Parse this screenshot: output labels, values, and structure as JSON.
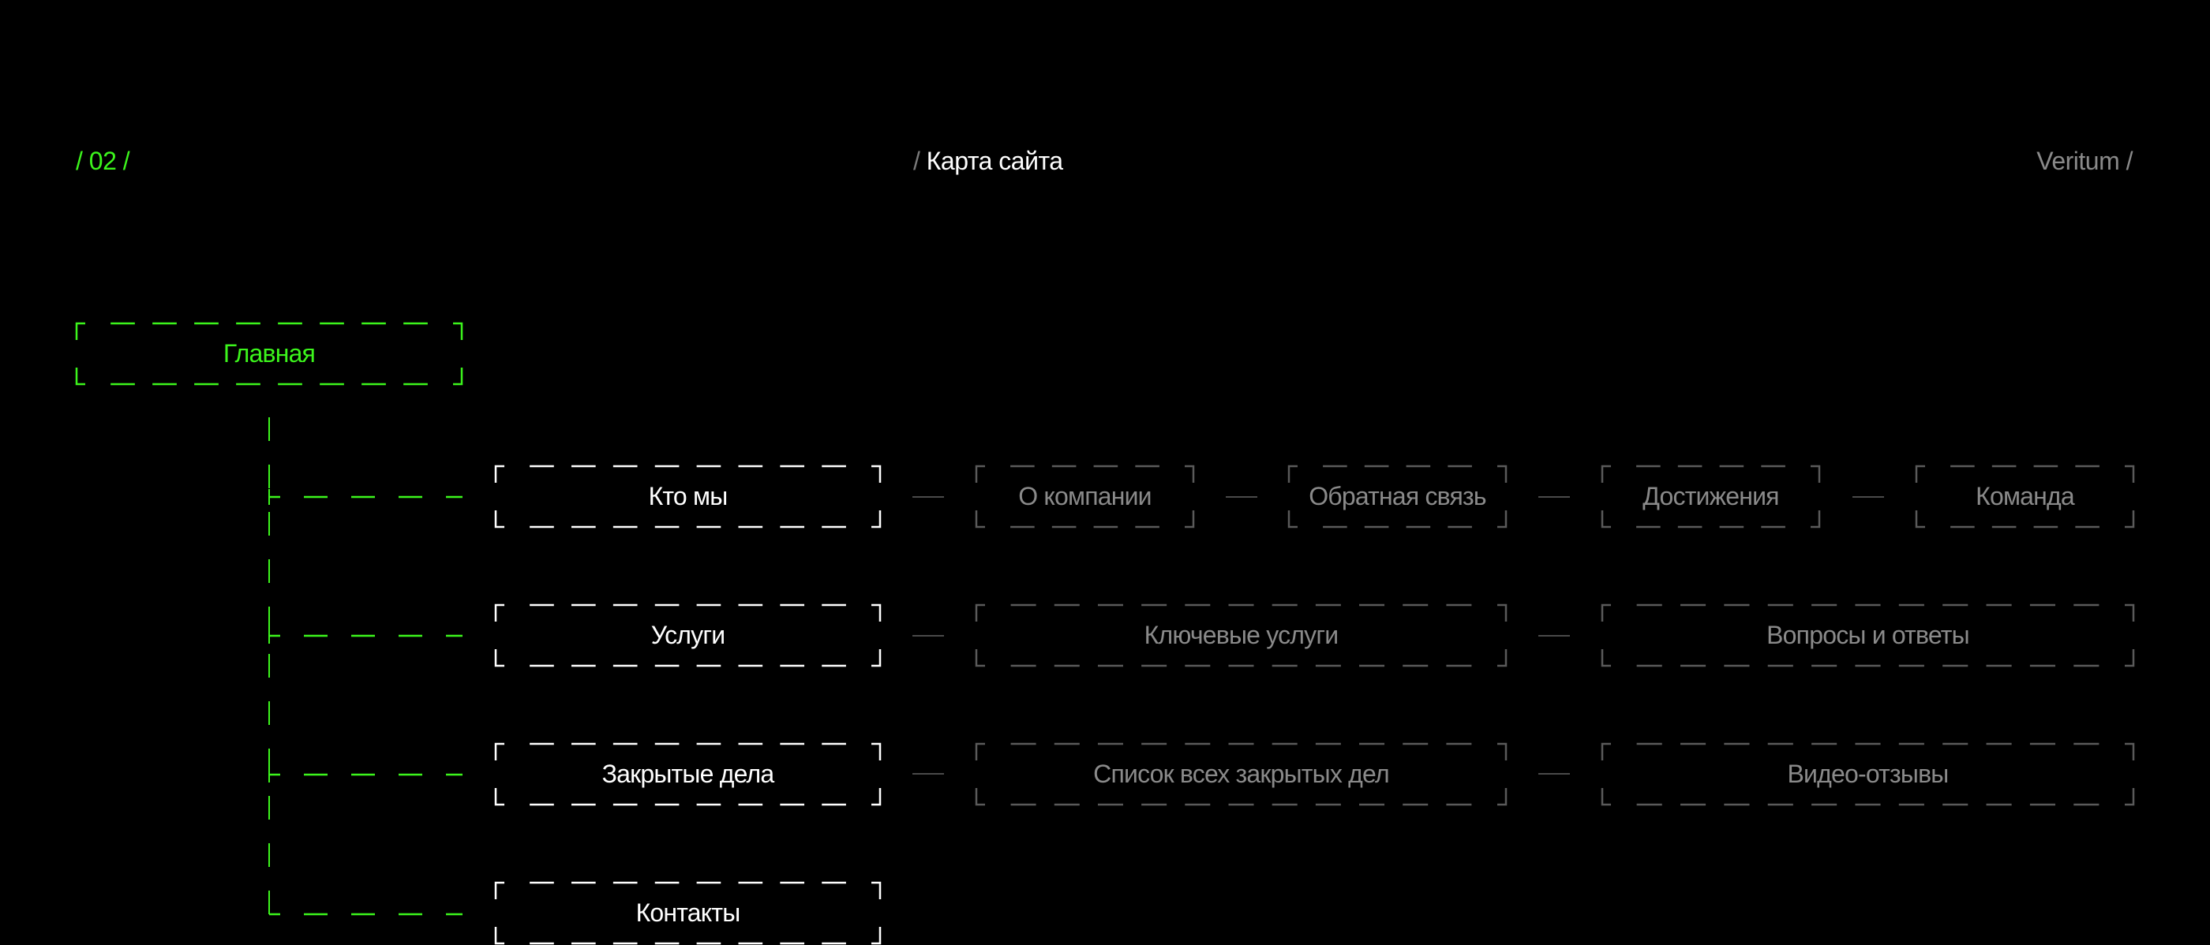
{
  "header": {
    "section_number": "02",
    "title": "Карта сайта",
    "brand": "Veritum",
    "separator": "/"
  },
  "colors": {
    "accent": "#3cf51c",
    "primary": "#ffffff",
    "muted": "#8a8a8a",
    "muted_border": "#5a5a5a"
  },
  "sitemap": {
    "root": "Главная",
    "sections": [
      {
        "label": "Кто мы",
        "children": [
          "О компании",
          "Обратная связь",
          "Достижения",
          "Команда"
        ]
      },
      {
        "label": "Услуги",
        "children": [
          "Ключевые услуги",
          "Вопросы и ответы"
        ]
      },
      {
        "label": "Закрытые дела",
        "children": [
          "Список всех закрытых дел",
          "Видео-отзывы"
        ]
      },
      {
        "label": "Контакты",
        "children": []
      }
    ]
  }
}
